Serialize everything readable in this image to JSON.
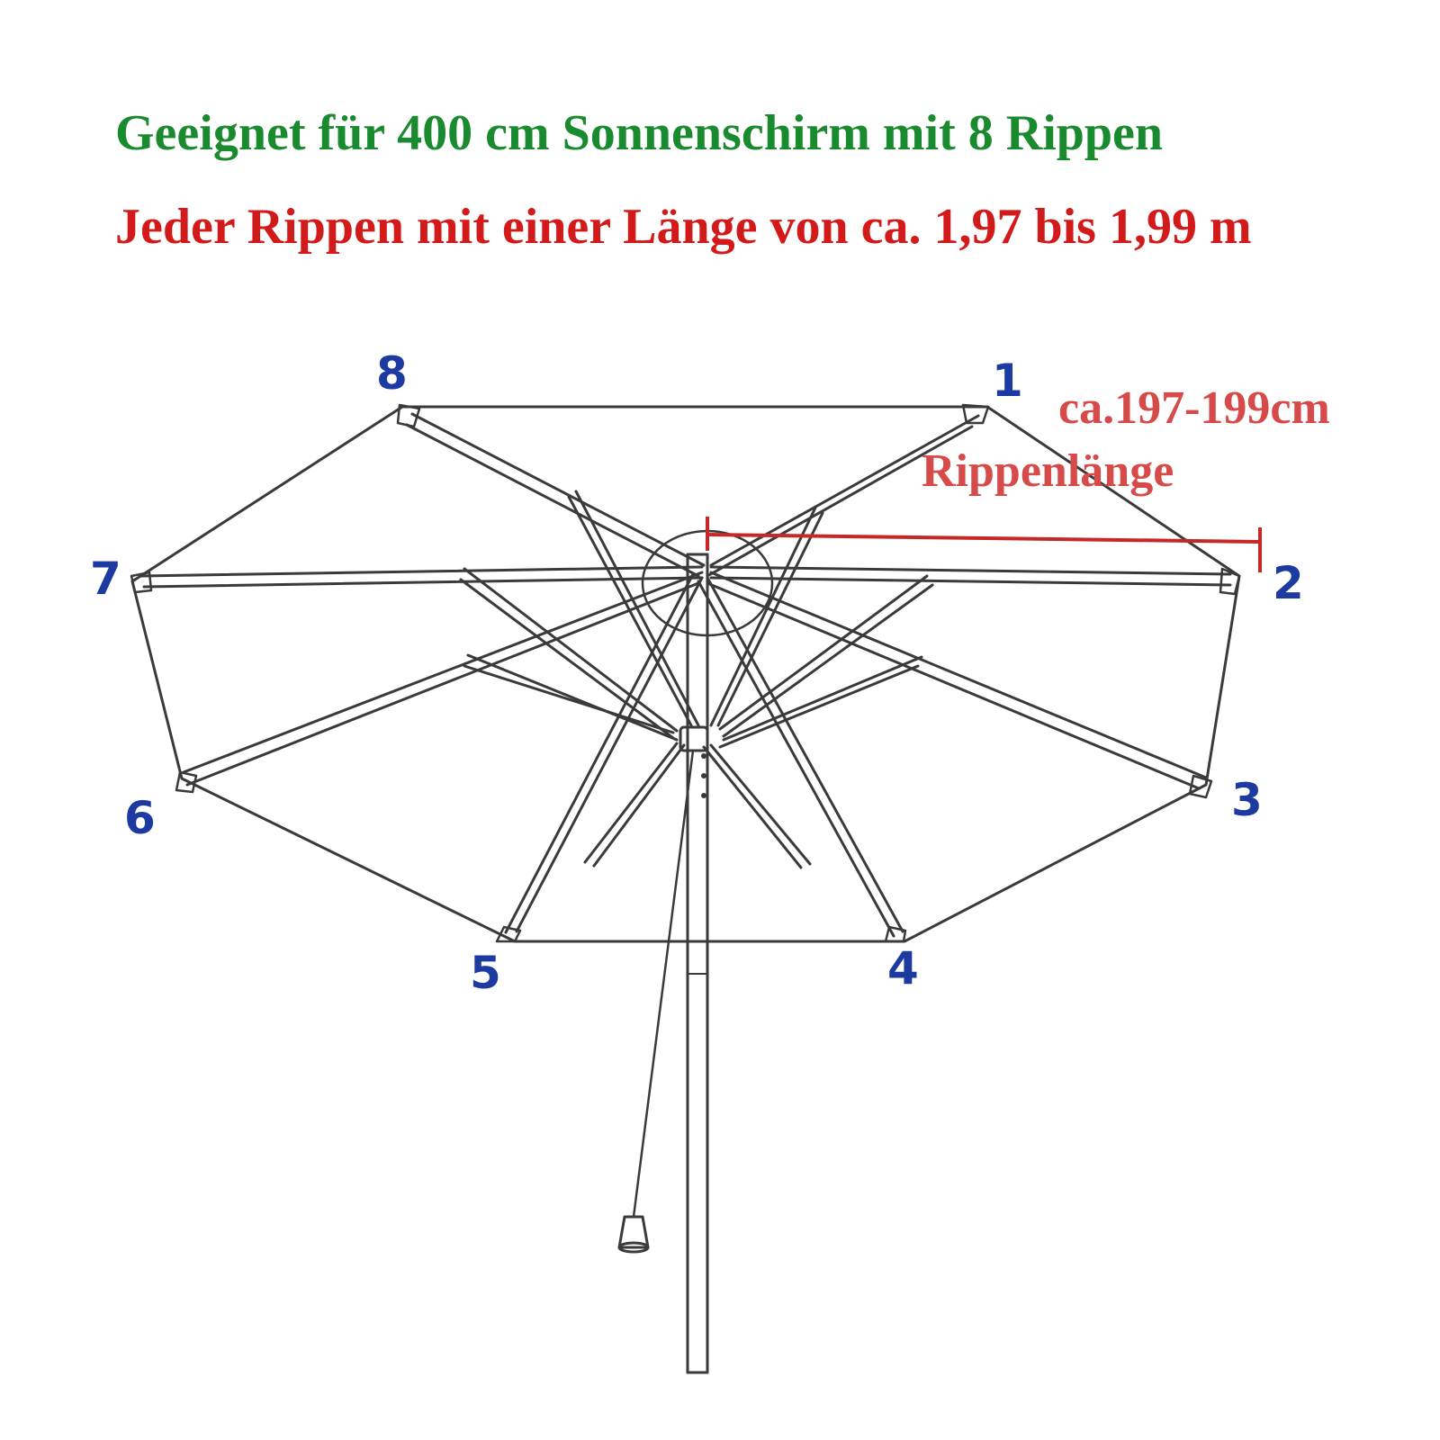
{
  "headline": {
    "suitability": "Geeignet für 400 cm Sonnenschirm mit 8 Rippen",
    "rib_length": "Jeder Rippen mit einer Länge von ca. 1,97 bis 1,99 m"
  },
  "colors": {
    "headline_green": "#1a8a2e",
    "headline_red": "#d21a1a",
    "rib_numbers": "#1c3aa0",
    "measurement": "#d64a4a",
    "line_art": "#3a3a3a"
  },
  "measurement": {
    "value": "ca.197-199cm",
    "label": "Rippenlänge"
  },
  "rib_labels": [
    "1",
    "2",
    "3",
    "4",
    "5",
    "6",
    "7",
    "8"
  ]
}
